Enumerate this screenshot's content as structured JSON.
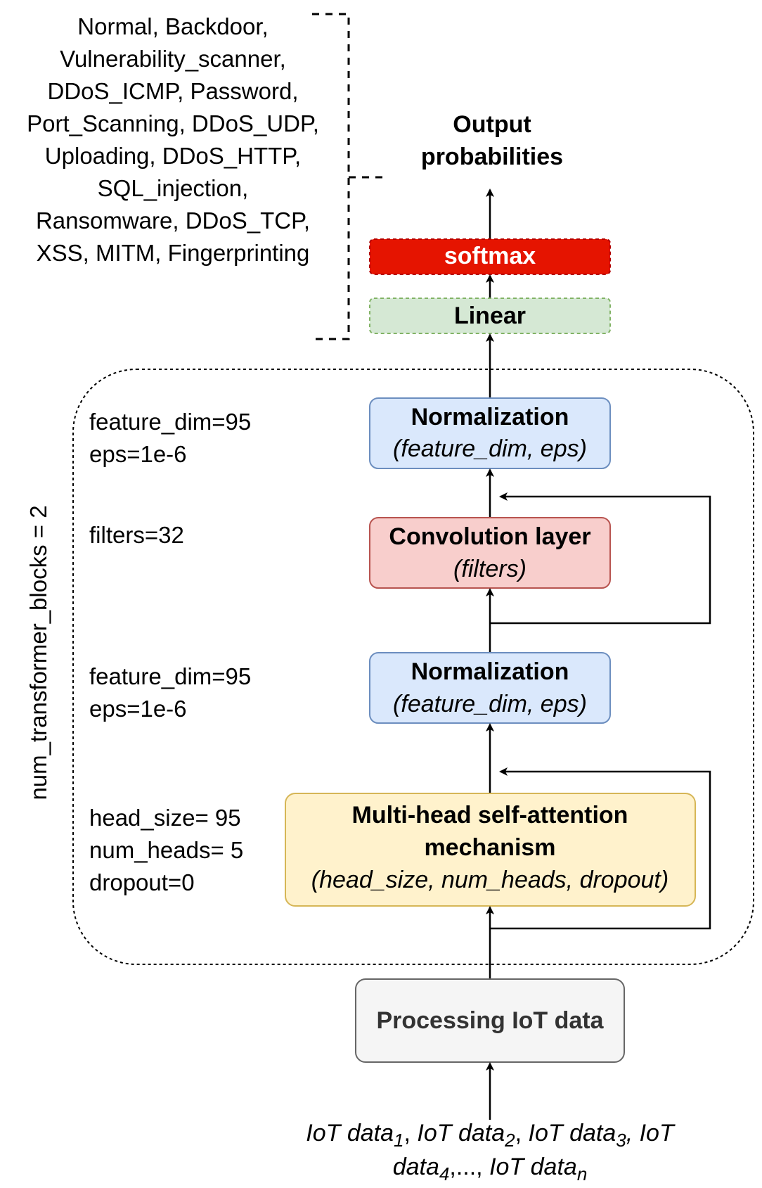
{
  "output": {
    "title_line1": "Output",
    "title_line2": "probabilities"
  },
  "classes": {
    "lines": [
      "Normal, Backdoor,",
      "Vulnerability_scanner,",
      "DDoS_ICMP, Password,",
      "Port_Scanning, DDoS_UDP,",
      "Uploading, DDoS_HTTP,",
      "SQL_injection,",
      "Ransomware, DDoS_TCP,",
      "XSS, MITM, Fingerprinting"
    ]
  },
  "softmax": {
    "label": "softmax",
    "fill": "#e51400",
    "stroke": "#b20000",
    "text_color": "#ffffff"
  },
  "linear": {
    "label": "Linear",
    "fill": "#d5e8d4",
    "stroke": "#82b366"
  },
  "transformer_block": {
    "repeat_label": "num_transformer_blocks = 2",
    "norm_top": {
      "title": "Normalization",
      "params": "(feature_dim, eps)",
      "fill": "#dae8fc",
      "stroke": "#6c8ebf",
      "hyper_line1": "feature_dim=95",
      "hyper_line2": "eps=1e-6"
    },
    "conv": {
      "title": "Convolution layer",
      "params": "(filters)",
      "fill": "#f8cecc",
      "stroke": "#b85450",
      "hyper_line1": "filters=32"
    },
    "norm_bottom": {
      "title": "Normalization",
      "params": "(feature_dim, eps)",
      "fill": "#dae8fc",
      "stroke": "#6c8ebf",
      "hyper_line1": "feature_dim=95",
      "hyper_line2": "eps=1e-6"
    },
    "attention": {
      "title_line1": "Multi-head self-attention",
      "title_line2": "mechanism",
      "params": "(head_size, num_heads, dropout)",
      "fill": "#fff2cc",
      "stroke": "#d6b656",
      "hyper_line1": "head_size= 95",
      "hyper_line2": "num_heads= 5",
      "hyper_line3": "dropout=0"
    }
  },
  "processing": {
    "label": "Processing IoT data",
    "fill": "#f5f5f5",
    "stroke": "#666666",
    "text_color": "#333333"
  },
  "input": {
    "prefix": "IoT data",
    "sub1": "1",
    "sep1": ", ",
    "sub2": "2",
    "sep2": ", ",
    "sub3": "3",
    "line1_tail": ", IoT",
    "line2_head": "data",
    "sub4": "4",
    "ellipsis": ",..., ",
    "subn": "n"
  }
}
